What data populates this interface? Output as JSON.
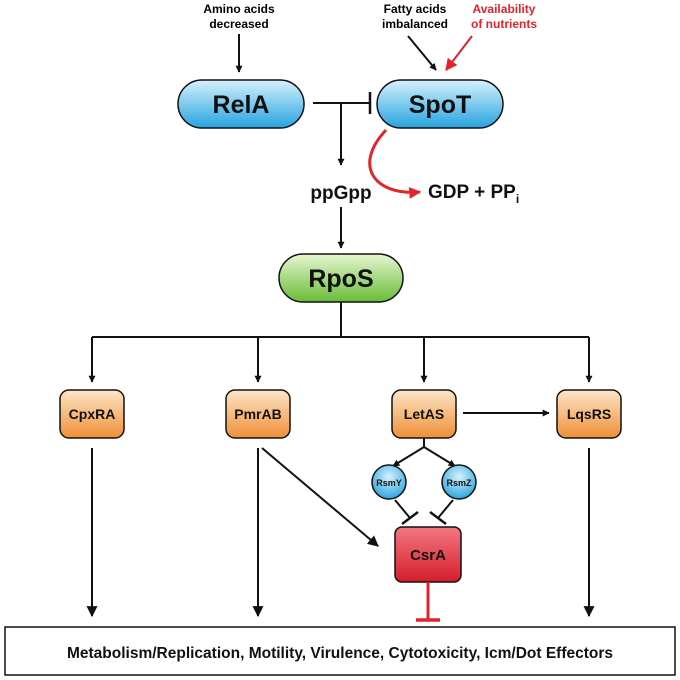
{
  "inputs": {
    "amino_line1": "Amino acids",
    "amino_line2": "decreased",
    "fatty_line1": "Fatty acids",
    "fatty_line2": "imbalanced",
    "nutrients_line1": "Availability",
    "nutrients_line2": "of nutrients"
  },
  "nodes": {
    "rela": "RelA",
    "spot": "SpoT",
    "ppgpp": "ppGpp",
    "gdp_pp": "GDP + PP",
    "gdp_pp_sub": "i",
    "rpos": "RpoS",
    "cpxra": "CpxRA",
    "pmrab": "PmrAB",
    "letas": "LetAS",
    "lqsrs": "LqsRS",
    "rsmy": "RsmY",
    "rsmz": "RsmZ",
    "csra": "CsrA"
  },
  "output": {
    "effects": "Metabolism/Replication, Motility, Virulence, Cytotoxicity, Icm/Dot Effectors"
  },
  "colors": {
    "blue_light": "#d4f0fb",
    "blue_dark": "#2aa6e0",
    "green_light": "#e3f5cc",
    "green_dark": "#6cbf3a",
    "orange_light": "#fde2c0",
    "orange_dark": "#f0913a",
    "red_light": "#f2707a",
    "red_dark": "#d81f2e",
    "inhibit_red": "#e0242c",
    "nutrients_red": "#e0242c"
  }
}
